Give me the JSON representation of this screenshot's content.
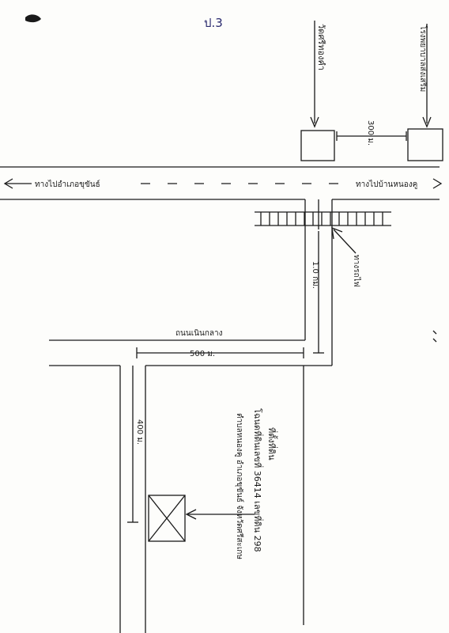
{
  "page": {
    "page_number": "ป.3"
  },
  "map": {
    "landmarks": {
      "left_building": "วัดศรีทองคำ",
      "right_building": "โรงพยาบาลส่งเสริม",
      "gap_distance": "300 ม."
    },
    "main_road": {
      "left_label": "ทางไปอำเภอขุขันธ์",
      "right_label": "ทางไปบ้านหนองคู"
    },
    "crossing": {
      "label": "ทางรถไฟ"
    },
    "side_road": {
      "vertical_distance": "1.0 กม.",
      "name": "ถนนเนินกลาง",
      "horizontal_distance": "500 ม.",
      "lower_distance": "400 ม."
    },
    "location": {
      "title": "ที่ตั้งที่ดิน",
      "line1": "โฉนดที่ดินเลขที่ 36414 เลขที่ดิน 298",
      "line2": "ตำบลหนองคู อำเภอขุขันธ์ จังหวัดศรีสะเกษ"
    }
  }
}
